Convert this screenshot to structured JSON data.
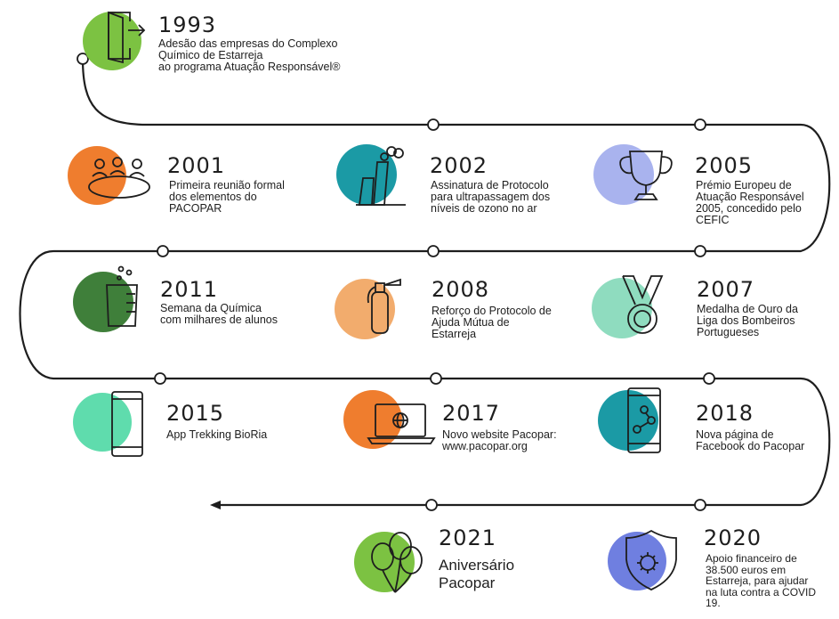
{
  "events": [
    {
      "id": "1993",
      "year": "1993",
      "text": "Adesão das empresas do Complexo\nQuímico de Estarreja\nao programa Atuação Responsável®",
      "color": "#7cc242",
      "icon": "door-exit-icon"
    },
    {
      "id": "2001",
      "year": "2001",
      "text": "Primeira reunião formal\ndos elementos do\nPACOPAR",
      "color": "#ef7d2e",
      "icon": "meeting-icon"
    },
    {
      "id": "2002",
      "year": "2002",
      "text": "Assinatura de Protocolo\npara ultrapassagem dos\nníveis de ozono no ar",
      "color": "#1b9aa5",
      "icon": "factory-icon"
    },
    {
      "id": "2005",
      "year": "2005",
      "text": "Prémio Europeu de\nAtuação Responsável\n2005, concedido pelo\nCEFIC",
      "color": "#a9b3ee",
      "icon": "trophy-icon"
    },
    {
      "id": "2011",
      "year": "2011",
      "text": "Semana da Química\ncom milhares de alunos",
      "color": "#3f7f3a",
      "icon": "beaker-icon"
    },
    {
      "id": "2008",
      "year": "2008",
      "text": "Reforço do Protocolo de\nAjuda Mútua de\nEstarreja",
      "color": "#f2ac6d",
      "icon": "fire-extinguisher-icon"
    },
    {
      "id": "2007",
      "year": "2007",
      "text": "Medalha de Ouro da\nLiga dos Bombeiros\nPortugueses",
      "color": "#8fdcbf",
      "icon": "medal-icon"
    },
    {
      "id": "2015",
      "year": "2015",
      "text": "App Trekking BioRia",
      "color": "#5fdcad",
      "icon": "smartphone-icon"
    },
    {
      "id": "2017",
      "year": "2017",
      "text": "Novo website Pacopar:\nwww.pacopar.org",
      "color": "#ef7d2e",
      "icon": "laptop-globe-icon"
    },
    {
      "id": "2018",
      "year": "2018",
      "text": "Nova página de\nFacebook do Pacopar",
      "color": "#1b9aa5",
      "icon": "share-phone-icon"
    },
    {
      "id": "2021",
      "year": "2021",
      "text": "Aniversário\nPacopar",
      "color": "#7cc242",
      "icon": "balloons-icon"
    },
    {
      "id": "2020",
      "year": "2020",
      "text": "Apoio financeiro de\n38.500 euros em\nEstarreja, para ajudar\nna luta contra a COVID\n19.",
      "color": "#6f7fe0",
      "icon": "virus-shield-icon"
    }
  ]
}
